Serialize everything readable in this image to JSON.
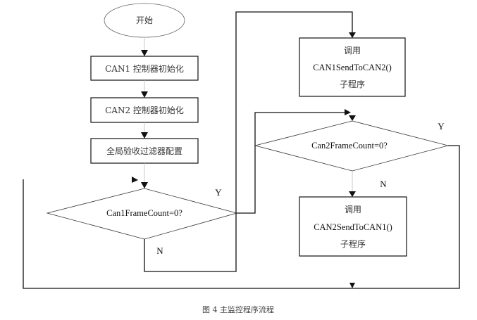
{
  "diagram": {
    "type": "flowchart",
    "nodes": {
      "start": {
        "shape": "ellipse",
        "label": "开始"
      },
      "can1_init": {
        "shape": "box",
        "label": "CAN1 控制器初始化"
      },
      "can2_init": {
        "shape": "box",
        "label": "CAN2 控制器初始化"
      },
      "filter_config": {
        "shape": "box",
        "label": "全局验收过滤器配置"
      },
      "decision1": {
        "shape": "diamond",
        "label": "Can1FrameCount=0?"
      },
      "call1": {
        "shape": "box",
        "lines": [
          "调用",
          "CAN1SendToCAN2()",
          "子程序"
        ]
      },
      "decision2": {
        "shape": "diamond",
        "label": "Can2FrameCount=0?"
      },
      "call2": {
        "shape": "box",
        "lines": [
          "调用",
          "CAN2SendToCAN1()",
          "子程序"
        ]
      }
    },
    "edges": [
      {
        "from": "start",
        "to": "can1_init"
      },
      {
        "from": "can1_init",
        "to": "can2_init"
      },
      {
        "from": "can2_init",
        "to": "filter_config"
      },
      {
        "from": "filter_config",
        "to": "decision1"
      },
      {
        "from": "decision1",
        "to": "decision2",
        "label": "Y"
      },
      {
        "from": "decision1",
        "to": "call1",
        "label": "N"
      },
      {
        "from": "call1",
        "to": "decision2"
      },
      {
        "from": "decision2",
        "to": "decision1",
        "label": "Y"
      },
      {
        "from": "decision2",
        "to": "call2",
        "label": "N"
      },
      {
        "from": "call2",
        "to": "decision1"
      }
    ],
    "labels": {
      "d1_yes": "Y",
      "d1_no": "N",
      "d2_yes": "Y",
      "d2_no": "N"
    },
    "caption": "图 4  主监控程序流程"
  }
}
